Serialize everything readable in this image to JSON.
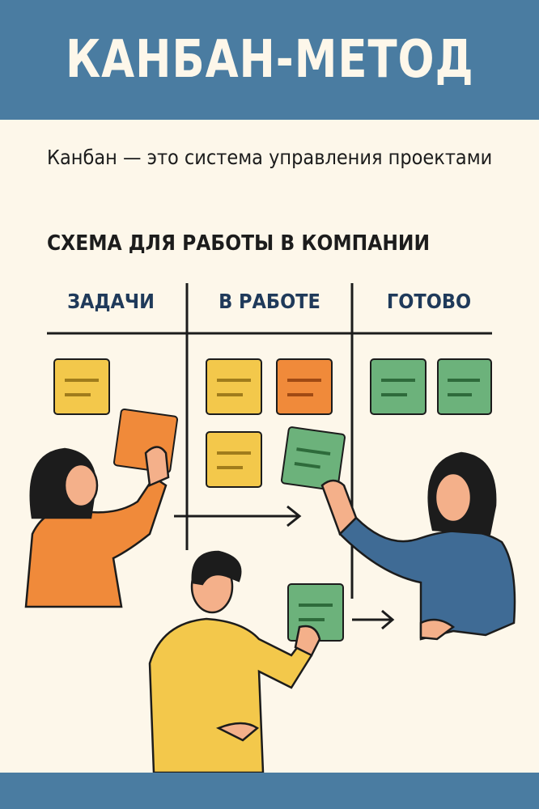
{
  "header": {
    "title": "КАНБАН-МЕТОД"
  },
  "subtitle": "Канбан — это система управления проектами",
  "scheme_title": "СХЕМА ДЛЯ РАБОТЫ В КОМПАНИИ",
  "board": {
    "columns": [
      {
        "label": "ЗАДАЧИ"
      },
      {
        "label": "В РАБОТЕ"
      },
      {
        "label": "ГОТОВО"
      }
    ]
  },
  "colors": {
    "primary": "#4a7ca1",
    "background": "#fdf7ea",
    "yellow": "#f3c84b",
    "orange": "#f08a3a",
    "green": "#6cb27b",
    "navy": "#1f3a5a"
  }
}
